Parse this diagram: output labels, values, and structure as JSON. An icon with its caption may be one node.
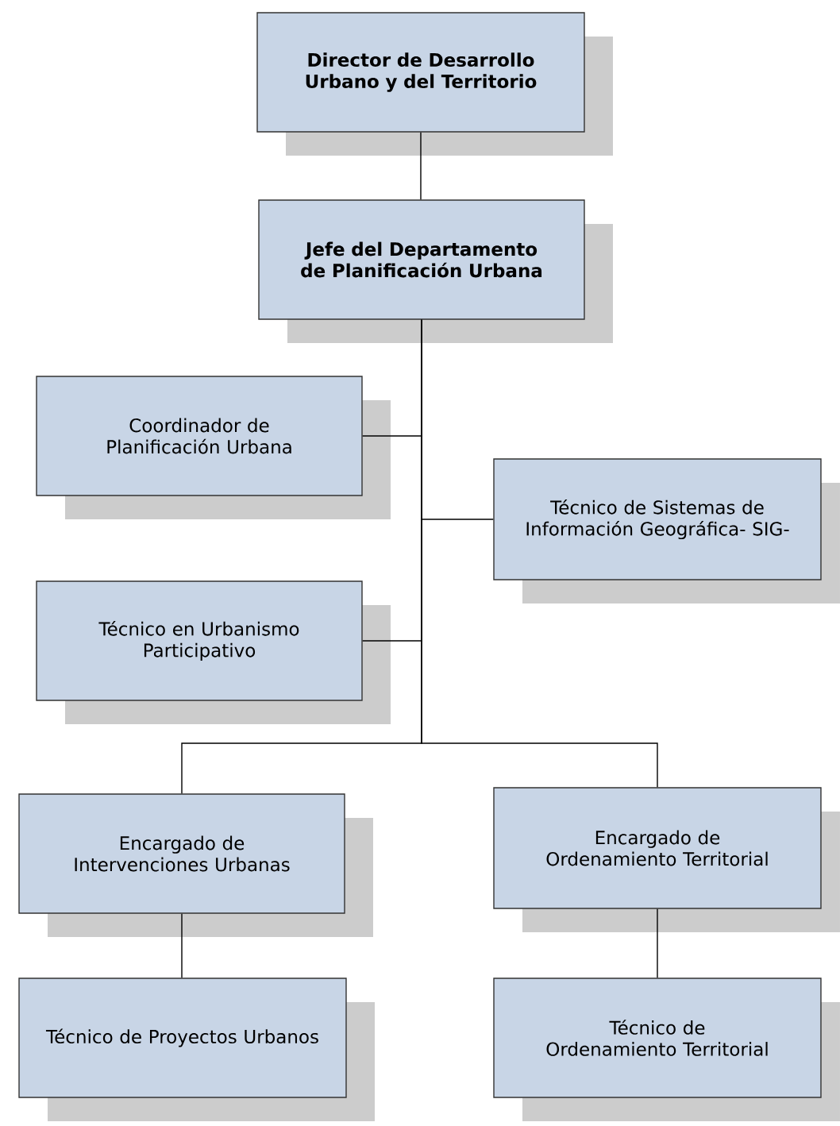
{
  "diagram": {
    "nodes": [
      {
        "text": [
          "Director de Desarrollo Urbano y del Territorio"
        ]
      },
      {
        "text": [
          "Jefe del Departamento de Planificación Urbana"
        ]
      },
      {
        "text": [
          "Coordinador de Planificación Urbana"
        ]
      },
      {
        "text": [
          "Técnico de Sistemas de Información Geográfica- SIG-"
        ]
      },
      {
        "text": [
          "Técnico en Urbanismo Participativo"
        ]
      },
      {
        "text": [
          "Encargado de Intervenciones Urbanas"
        ]
      },
      {
        "text": [
          "Encargado de Ordenamiento Territorial"
        ]
      },
      {
        "text": [
          "Técnico de Proyectos Urbanos"
        ]
      },
      {
        "text": [
          "Técnico de Ordenamiento Territorial"
        ]
      }
    ],
    "edges": [
      {
        "from": 0,
        "to": 1,
        "arrow": "none"
      },
      {
        "from": 1,
        "to": 2,
        "arrow": "none"
      },
      {
        "from": 1,
        "to": 3,
        "arrow": "none"
      },
      {
        "from": 1,
        "to": 4,
        "arrow": "none"
      },
      {
        "from": 1,
        "to": 5,
        "arrow": "none"
      },
      {
        "from": 1,
        "to": 6,
        "arrow": "none"
      },
      {
        "from": 5,
        "to": 7,
        "arrow": "none"
      },
      {
        "from": 6,
        "to": 8,
        "arrow": "none"
      }
    ]
  }
}
